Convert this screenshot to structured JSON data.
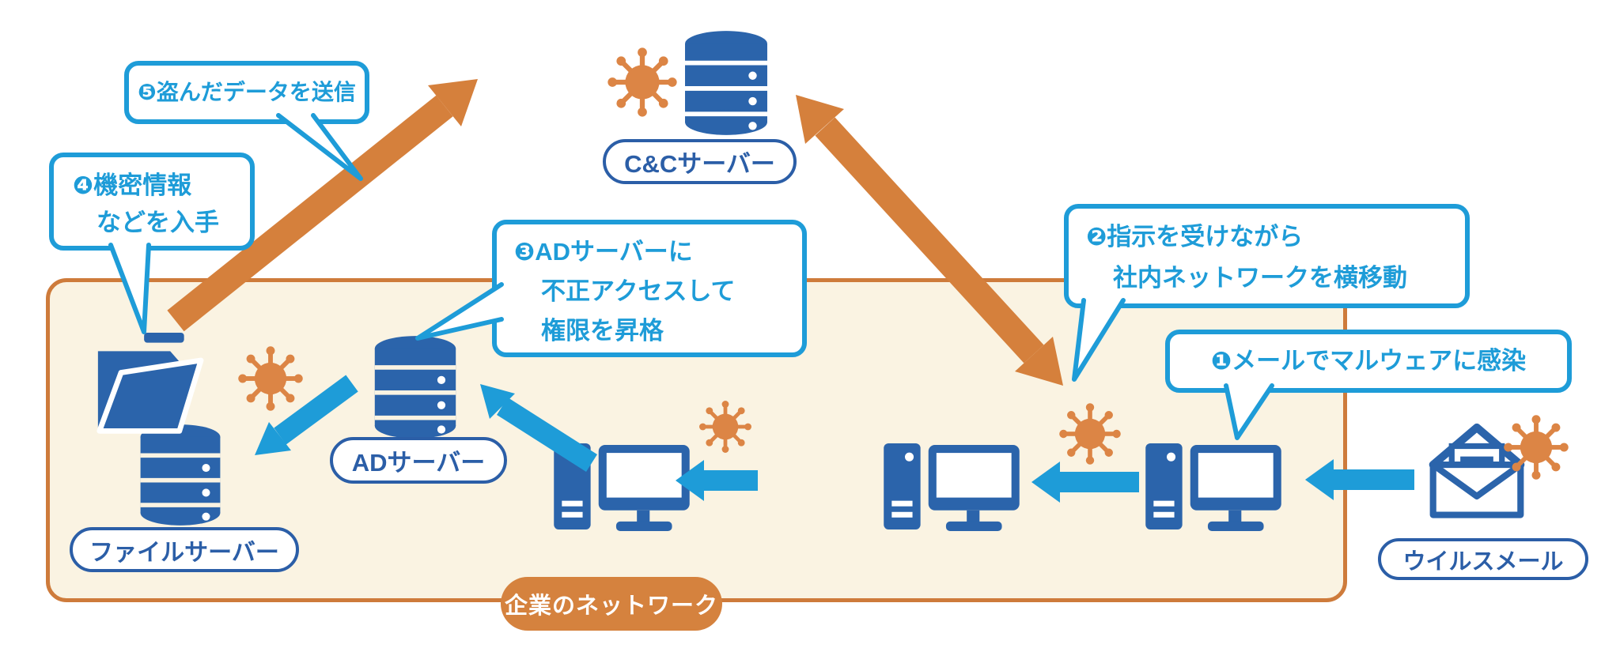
{
  "steps": {
    "step1": "❶メールでマルウェアに感染",
    "step2_line1": "❷指示を受けながら",
    "step2_line2": "社内ネットワークを横移動",
    "step3_line1": "❸ADサーバーに",
    "step3_line2": "不正アクセスして",
    "step3_line3": "権限を昇格",
    "step4_line1": "❹機密情報",
    "step4_line2": "などを入手",
    "step5": "❺盗んだデータを送信"
  },
  "labels": {
    "cc_server": "C&Cサーバー",
    "ad_server": "ADサーバー",
    "file_server": "ファイルサーバー",
    "virus_mail": "ウイルスメール",
    "corporate_network": "企業のネットワーク"
  },
  "icons": {
    "virus": "virus-icon",
    "database": "database-server-icon",
    "computer": "desktop-computer-icon",
    "folder": "open-folder-icon",
    "envelope": "open-envelope-icon"
  },
  "colors": {
    "bubble_blue": "#1E9CD8",
    "device_blue": "#2B64AB",
    "pill_blue": "#2B5EA7",
    "arrow_orange": "#D5803C",
    "virus_orange": "#DC8545",
    "network_fill": "#FAF3E2",
    "network_border": "#CE7B3B",
    "network_label_bg": "#D5823E"
  }
}
